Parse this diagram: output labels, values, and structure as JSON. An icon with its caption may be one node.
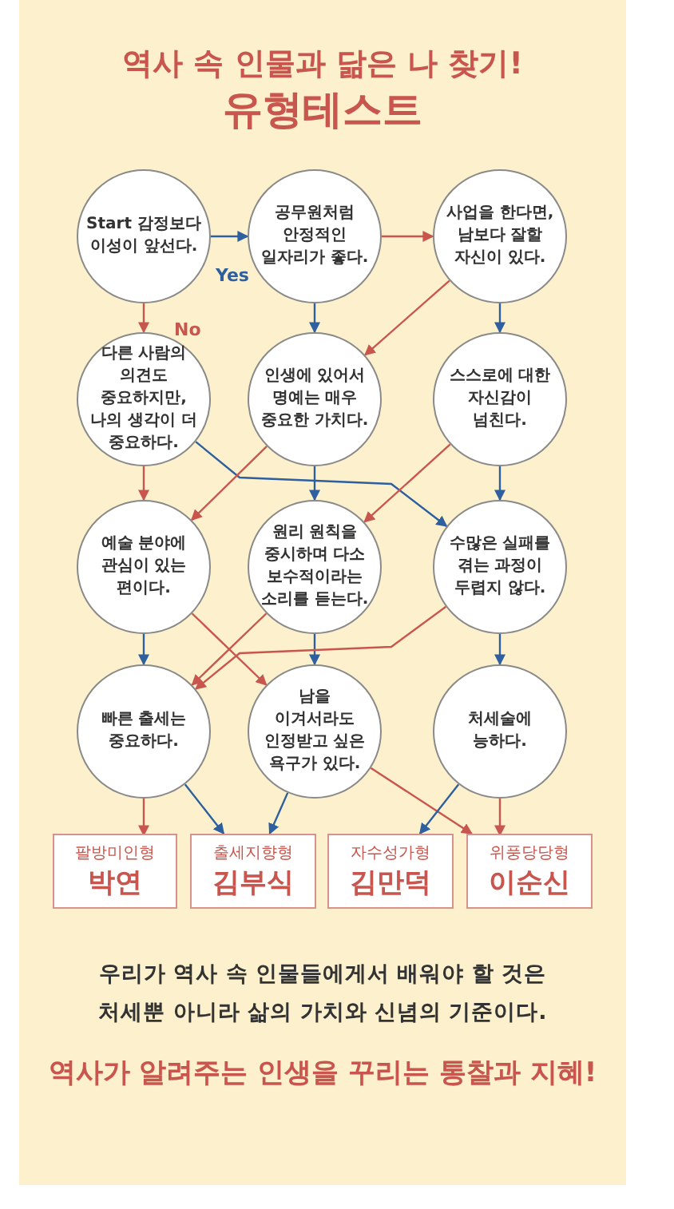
{
  "diagram": {
    "title": "역사 속 인물과 닮은 나 찾기!",
    "nodes": [
      {
        "text": [
          "Start 감정보다 이성이 앞선다."
        ]
      },
      {
        "text": [
          "공무원처럼 안정적인 일자리가 좋다."
        ]
      },
      {
        "text": [
          "사업을 한다면, 남보다 잘할 자신이 있다."
        ]
      },
      {
        "text": [
          "다른 사람의 의견도 중요하지만, 나의 생각이 더 중요하다."
        ]
      },
      {
        "text": [
          "인생에 있어서 명예는 매우 중요한 가치다."
        ]
      },
      {
        "text": [
          "스스로에 대한 자신감이 넘친다."
        ]
      },
      {
        "text": [
          "예술 분야에 관심이 있는 편이다."
        ]
      },
      {
        "text": [
          "원리 원칙을 중시하며 다소 보수적이라는 소리를 듣는다."
        ]
      },
      {
        "text": [
          "수많은 실패를 겪는 과정이 두렵지 않다."
        ]
      },
      {
        "text": [
          "빠른 출세는 중요하다."
        ]
      },
      {
        "text": [
          "남을 이겨서라도 인정받고 싶은 욕구가 있다."
        ]
      },
      {
        "text": [
          "처세술에 능하다."
        ]
      },
      {
        "text": [
          "팔방미인형",
          "박연"
        ]
      },
      {
        "text": [
          "출세지향형",
          "김부식"
        ]
      },
      {
        "text": [
          "자수성가형",
          "김만덕"
        ]
      },
      {
        "text": [
          "위풍당당형",
          "이순신"
        ]
      }
    ],
    "edges": [
      {
        "from": 0,
        "to": 1,
        "arrow": "to",
        "label": "Yes",
        "color": "#2e5f9e"
      },
      {
        "from": 0,
        "to": 3,
        "arrow": "to",
        "label": "No",
        "color": "#c9564e"
      },
      {
        "from": 1,
        "to": 2,
        "arrow": "to",
        "color": "#c9564e"
      },
      {
        "from": 1,
        "to": 4,
        "arrow": "to",
        "color": "#2e5f9e"
      },
      {
        "from": 2,
        "to": 4,
        "arrow": "to",
        "color": "#c9564e"
      },
      {
        "from": 2,
        "to": 5,
        "arrow": "to",
        "color": "#2e5f9e"
      },
      {
        "from": 3,
        "to": 6,
        "arrow": "to",
        "color": "#c9564e"
      },
      {
        "from": 3,
        "to": 8,
        "arrow": "to",
        "color": "#2e5f9e"
      },
      {
        "from": 4,
        "to": 6,
        "arrow": "to",
        "color": "#c9564e"
      },
      {
        "from": 4,
        "to": 7,
        "arrow": "to",
        "color": "#2e5f9e"
      },
      {
        "from": 5,
        "to": 7,
        "arrow": "to",
        "color": "#c9564e"
      },
      {
        "from": 5,
        "to": 8,
        "arrow": "to",
        "color": "#2e5f9e"
      },
      {
        "from": 6,
        "to": 9,
        "arrow": "to",
        "color": "#2e5f9e"
      },
      {
        "from": 6,
        "to": 10,
        "arrow": "to",
        "color": "#c9564e"
      },
      {
        "from": 7,
        "to": 9,
        "arrow": "to",
        "color": "#c9564e"
      },
      {
        "from": 7,
        "to": 10,
        "arrow": "to",
        "color": "#2e5f9e"
      },
      {
        "from": 8,
        "to": 9,
        "arrow": "to",
        "color": "#c9564e"
      },
      {
        "from": 8,
        "to": 11,
        "arrow": "to",
        "color": "#2e5f9e"
      },
      {
        "from": 9,
        "to": 12,
        "arrow": "to",
        "color": "#c9564e"
      },
      {
        "from": 9,
        "to": 13,
        "arrow": "to",
        "color": "#2e5f9e"
      },
      {
        "from": 10,
        "to": 13,
        "arrow": "to",
        "color": "#2e5f9e"
      },
      {
        "from": 10,
        "to": 15,
        "arrow": "to",
        "color": "#c9564e"
      },
      {
        "from": 11,
        "to": 14,
        "arrow": "to",
        "color": "#2e5f9e"
      },
      {
        "from": 11,
        "to": 15,
        "arrow": "to",
        "color": "#c9564e"
      }
    ],
    "labels": [
      "유형테스트",
      "우리가 역사 속 인물들에게서 배워야 할 것은 처세뿐 아니라 삶의 가치와 신념의 기준이다.",
      "역사가 알려주는 인생을 꾸리는 통찰과 지혜!"
    ]
  }
}
